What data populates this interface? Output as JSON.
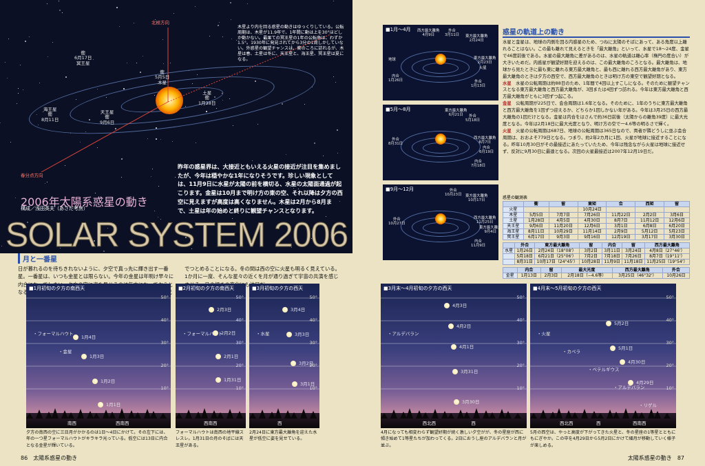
{
  "hero": {
    "title_en": "SOLAR SYSTEM 2006",
    "title_jp": "2006年太陽系惑星の動き",
    "credit": "構成／浅田英夫（あさだ考房）",
    "caption": "木星より内を回る惑星の動きはゆっくりしている。公転周期は、木星が11.9年で、1年間に動は上を30°ほどしか動かない。最果ての冥王星の1年の公転角は、わずか1.5°。1930年に発見されてから3分の1周しかしていない。外惑星の観望チャンスは、衝のころに訪れるが、木星は春、土星は冬に、天王星と、海王星、冥王星は夏になる。",
    "intro": "昨年の惑星界は、大接近ともいえる火星の接近が注目を集めましたが、今年は穏やかな1年になりそうです。珍しい現象としては、11月9日に水星が太陽の前を横切る、水星の太陽面通過が起こります。金星は10月まで明け方の東の空、それ以降は夕方の西空に見えますが高度は高くなりません。木星は2月から8月まで、土星は年の始めと終りに観望チャンスとなります。",
    "labels": {
      "autumn": "北極方向",
      "spring": "春分点方向",
      "neptune_opp": "衝\n6月17日\n冥王星",
      "jupiter_opp": "衝\n5月5日\n木星",
      "saturn_opp": "土星\n衝\n1月28日",
      "neptune": "海王星\n衝\n8月11日",
      "uranus": "天王星\n衝\n9月6日"
    }
  },
  "section_left": {
    "title": "月と一番星",
    "body": "日が暮れるのを待ちきれないように、夕空で真っ先に輝き出す一番星。一番星は、いつも金星とは限らない。今年の金星は年明け早々に内合になってしまい、夕方の空に姿を見せるのは年末になってからとなる。今年の夕空の一番星は季節の星座の1等星や木星、土星が交代でつとめることになる。冬の間は西の空に火星も明るく見えている。1か月に一度、そんな星々の近くを月が通り過ぎて宇宙の共演を感じさせる。月の傾きの変化にも注目だ。"
  },
  "section_right": {
    "title": "惑星の軌道上の動き",
    "p1": "水星と金星は、地球の内側を回る内惑星のため、つねに太陽のそばにあって、ある角度以上離れることはない。この最も離れて見えるときを「最大離角」といって、水星で18〜24度、金星で46度前後である。水星の最大離角に差があるのは、水星の軌道は離心率（楕円の度合い）が大きいためだ。内惑星が観望好期を迎えるのは、この最大離角のころとなる。最大離角は、地球から見たときに最も東に離れる東方最大離角と、最も西に離れる西方最大離角があり、東方最大離角のときは夕方の西空で、西方最大離角のときは明け方の東空で観望好期となる。",
    "mercury_tag": "水星",
    "mercury": "水星の公転周期は約88日のため、1年間で4回以上すこしになる。そのために観望チャンスとなる東方最大離角と西方最大離角が、3回または4回ずつ訪れる。今年は東方最大離角と西方最大離角がともに3回ずつ起こる。",
    "venus_tag": "金星",
    "venus": "公転周期が225日で、会合周期は1.6年となる。そのために、1年のうちに東方最大離角と西方最大離角を1回ずつ迎えるか、どちらか1回しかない年がある。今年は3月25日の西方最大離角の1回だけとなる。金星は内合をはさんで約36日前後（太陽からの離角39度）に最大光度となる。今年は2月18日に最大光度となり、明け方の空で一4.6等の明るさで輝く。",
    "mars_tag": "火星",
    "mars": "火星の公転周期は687日、地球の公転周期は365日なので、両者が隣どうしに並ぶ会合周期は、おおよそ779日となる。つまり、約2年2カ月に1回、火星が地球に接近することになる。昨年10月30日がその最接近にあたっていたため、今年は残念ながら火星は地球に接近せず、反対に9月30日に最遠となる。次回の火星最接近は2007年12月19日だ。"
  },
  "orbit_diagrams": [
    {
      "title": "1月〜4月",
      "labels": [
        "外合\n3月11日",
        "東方最大離角\n2月24日",
        "東方最大離角\n2月23日",
        "外合\n1月13日",
        "地球",
        "火星",
        "内合\n1月26日",
        "西方最大離角\n4月9日"
      ]
    },
    {
      "title": "5月〜8月",
      "labels": [
        "東方最大離角\n6月21日",
        "外合\n5月18日",
        "西方最大離角\n8月7日",
        "内合\n7月18日",
        "外合\n8月31日",
        "内合\n6月19日"
      ]
    },
    {
      "title": "9月〜12月",
      "labels": [
        "外合\n10月23日",
        "東方最大離角\n10月17日",
        "西方最大離角\n11月25日",
        "内合\n11月9日",
        "外合\n10月27日",
        "東方最大離角\n9月4日"
      ]
    }
  ],
  "table1": {
    "caption": "惑星の観測表",
    "headers": [
      "",
      "衝",
      "留",
      "東矩",
      "合",
      "西矩",
      "留"
    ],
    "rows": [
      [
        "火星",
        "",
        "",
        "10月24日",
        "",
        "",
        ""
      ],
      [
        "木星",
        "5月5日",
        "7月7日",
        "7月26日",
        "11月22日",
        "2月2日",
        "3月6日"
      ],
      [
        "土星",
        "1月28日",
        "4月5日",
        "4月30日",
        "8月7日",
        "11月12日",
        "12月6日"
      ],
      [
        "天王星",
        "9月6日",
        "11月20日",
        "12月6日",
        "3月1日",
        "6月8日",
        "6月20日"
      ],
      [
        "海王星",
        "8月11日",
        "10月29日",
        "11月14日",
        "2月9日",
        "5月12日",
        "5月23日"
      ],
      [
        "冥王星",
        "6月17日",
        "9月3日",
        "9月16日",
        "12月19日",
        "3月17日",
        "3月30日"
      ]
    ]
  },
  "table2": {
    "headers": [
      "",
      "外合",
      "東方最大離角",
      "留",
      "内合",
      "留",
      "西方最大離角"
    ],
    "rows": [
      [
        "水星",
        "1月26日",
        "2月24日（18°08'）",
        "3月2日",
        "3月11日",
        "3月24日",
        "4月8日（27°46'）"
      ],
      [
        "",
        "5月18日",
        "6月21日（25°06'）",
        "7月2日",
        "7月18日",
        "7月26日",
        "8月7日（19°11'）"
      ],
      [
        "",
        "8月31日",
        "10月17日（24°45'）",
        "10月28日",
        "11月9日",
        "11月18日",
        "11月25日（19°54'）"
      ]
    ]
  },
  "table3": {
    "headers": [
      "",
      "内合",
      "留",
      "最大光度",
      "西方最大離角",
      "外合"
    ],
    "rows": [
      [
        "金星",
        "1月13日",
        "2月3日",
        "2月18日（−4.6等）",
        "3月25日（46°32'）",
        "10月26日"
      ]
    ]
  },
  "sky_charts": [
    {
      "title": "1月初旬の夕方の南西天",
      "moons": [
        "1月4日",
        "1月3日",
        "1月2日",
        "1月1日"
      ],
      "stars": [
        "フォーマルハウト",
        "金星"
      ],
      "dirs": [
        "南西",
        "西南西"
      ],
      "caption": "夕方の南西の空に三日月がかかるのは1日〜4日にかけて。その左下には、年の一つ星フォーマルハウトがキラキラ光っている。低空には13日に内合となる金星が輝いている。"
    },
    {
      "title": "2月初旬の夕方の南西天",
      "moons": [
        "2月3日",
        "2月2日",
        "2月1日",
        "1月31日"
      ],
      "stars": [
        "フォーマルハウト"
      ],
      "dirs": [
        "西南西"
      ],
      "caption": "フォーマルハウトは南西の地平線スレスレ。1月31日の月のそばには天王星がある。"
    },
    {
      "title": "3月初旬の夕方の西天",
      "moons": [
        "3月4日",
        "3月3日",
        "3月2日",
        "3月1日"
      ],
      "stars": [
        "水星"
      ],
      "dirs": [
        "西"
      ],
      "caption": "2月24日に東方最大離角を迎えた水星が低空に姿を見せている。"
    },
    {
      "title": "3月末〜4月初旬の夕方の西天",
      "moons": [
        "4月3日",
        "4月2日",
        "4月1日",
        "3月31日",
        "3月30日"
      ],
      "stars": [
        "アルデバラン"
      ],
      "dirs": [
        "西北西",
        "西"
      ],
      "caption": "4月になっても相変わらず観望好期が続く激しい夕空がが、冬の星座が西に傾き始めて1等星たちが加わってくる。2日におうし座のアルデバランと月が並ぶ。"
    },
    {
      "title": "4月末〜5月初旬の夕方の西天",
      "moons": [
        "5月2日",
        "5月1日",
        "4月30日",
        "4月29日"
      ],
      "stars": [
        "火星",
        "カペラ",
        "ベテルギウス",
        "アルデバラン",
        "リゲル"
      ],
      "dirs": [
        "西北西",
        "西",
        "西南西"
      ],
      "caption": "5月の西空は、やっと高度が下がってきた火星と、冬の星座の1等星とともにもにぎやか。この中を4月29日から5月2日にかけて細月が移動していく様子が楽しめる。"
    }
  ],
  "altitudes": [
    "50°",
    "40°",
    "30°",
    "20°",
    "10°"
  ],
  "footer": {
    "left_no": "86",
    "left_title": "太陽系惑星の動き",
    "right_title": "太陽系惑星の動き",
    "right_no": "87"
  }
}
